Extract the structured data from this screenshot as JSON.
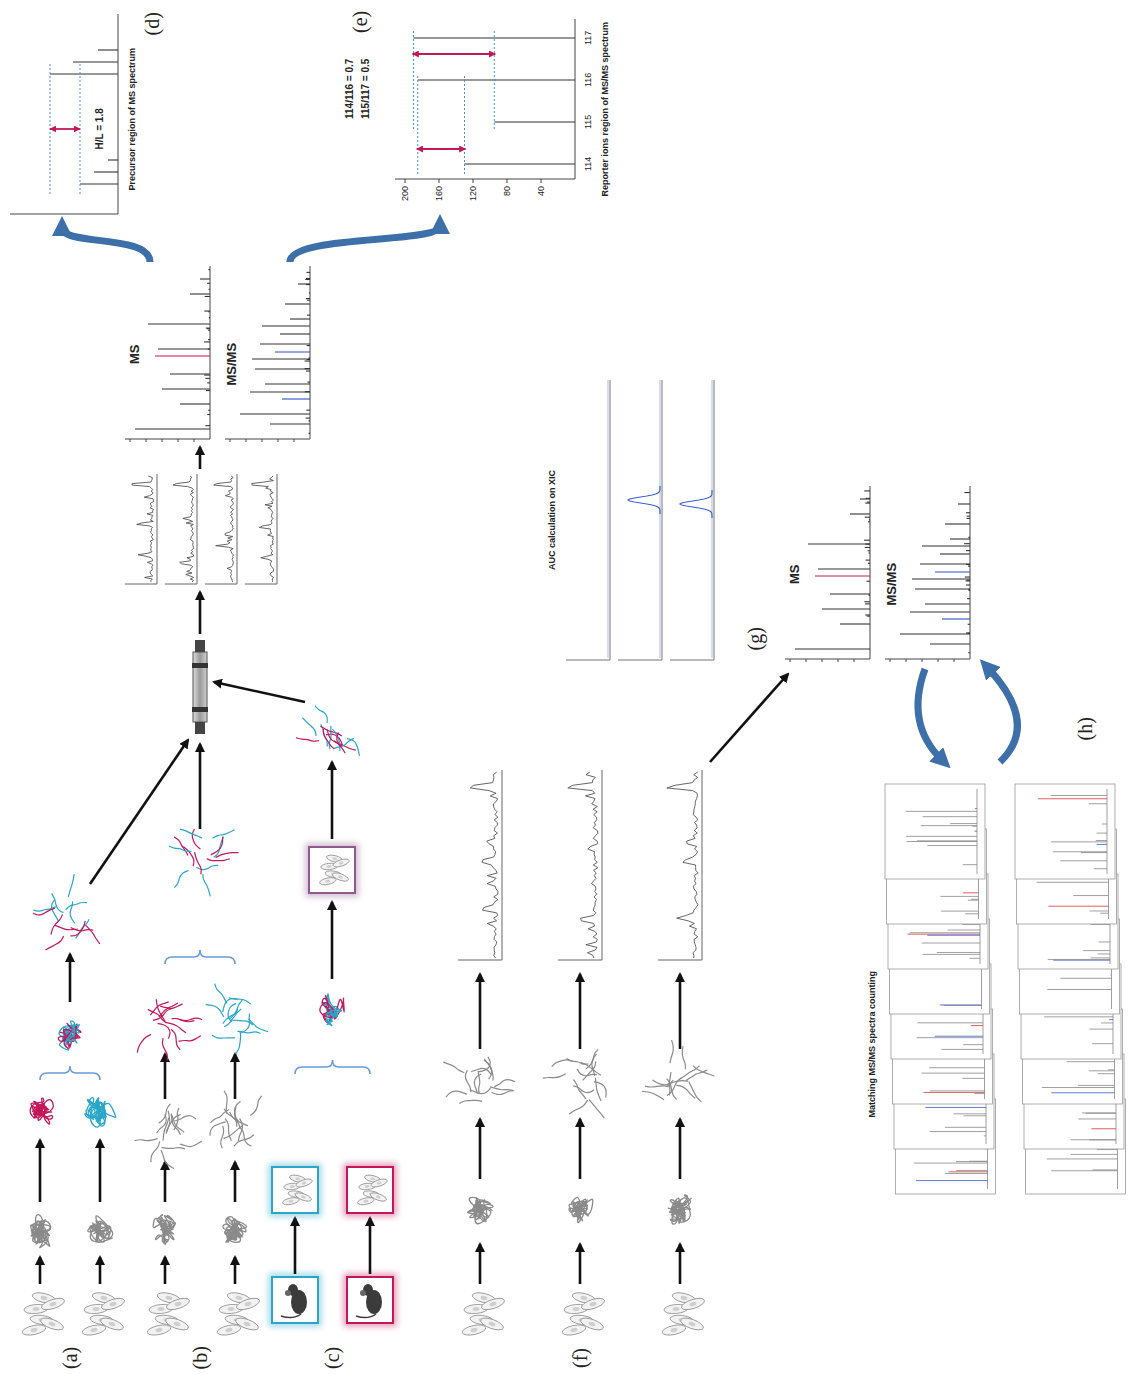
{
  "diagram": {
    "labels": [
      "(a)",
      "(b)",
      "(c)",
      "(d)",
      "H/L = 1.8",
      "Precursor region of MS spectrum",
      "MS",
      "MS/MS",
      "(e)",
      "114/116 = 0.7",
      "115/117 = 0.5",
      "200",
      "160",
      "120",
      "80",
      "40",
      "114",
      "115",
      "116",
      "117",
      "Reporter ions region of MS/MS spectrum",
      "(f)",
      "(g)",
      "AUC calculation on XIC",
      "MS",
      "MS/MS",
      "(h)",
      "Matching MS/MS spectra counting"
    ]
  }
}
